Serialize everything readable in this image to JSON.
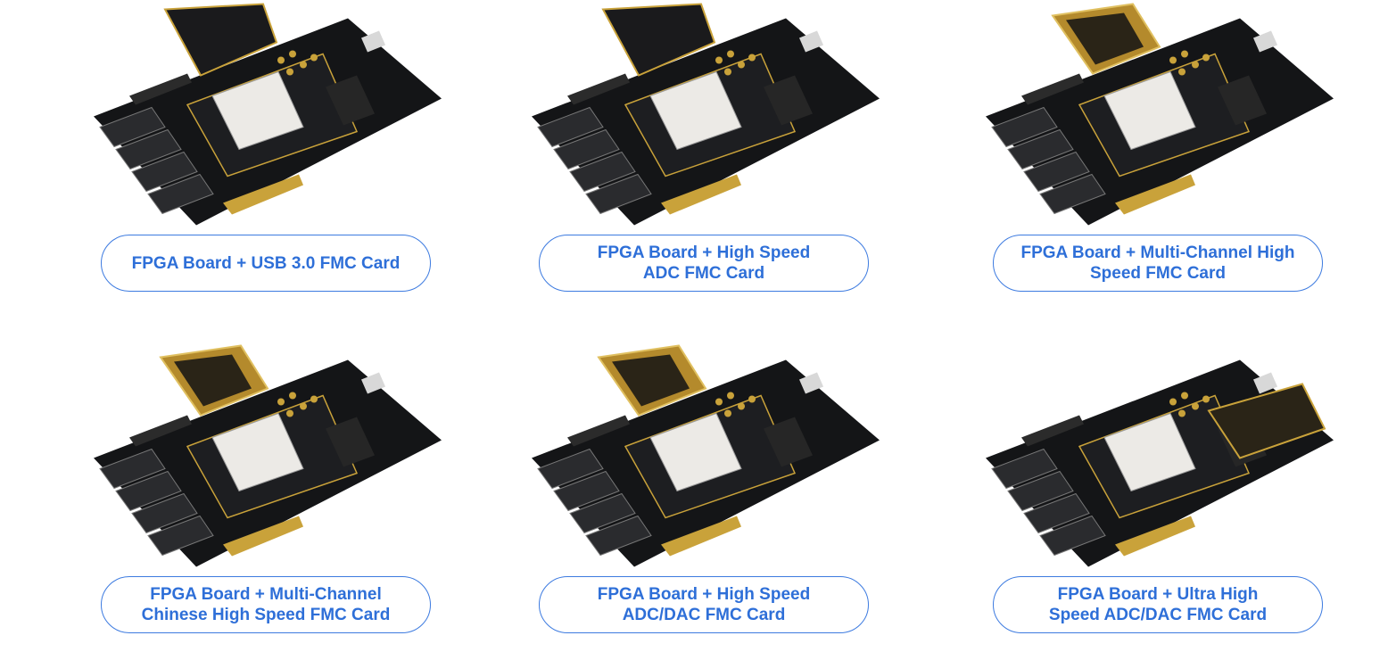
{
  "colors": {
    "accent": "#2e6fd8",
    "border": "#3d7be0",
    "pcb": "#111214",
    "gold": "#c9a23a"
  },
  "products": [
    {
      "label": "FPGA Board + USB 3.0 FMC Card",
      "card": "black"
    },
    {
      "label": "FPGA Board + High Speed\nADC FMC Card",
      "card": "black"
    },
    {
      "label": "FPGA Board + Multi-Channel High\nSpeed  FMC Card",
      "card": "gold"
    },
    {
      "label": "FPGA Board + Multi-Channel\nChinese High Speed  FMC Card",
      "card": "gold"
    },
    {
      "label": "FPGA Board + High Speed\nADC/DAC FMC Card",
      "card": "gold"
    },
    {
      "label": "FPGA Board + Ultra High\nSpeed ADC/DAC FMC Card",
      "card": "side"
    }
  ]
}
